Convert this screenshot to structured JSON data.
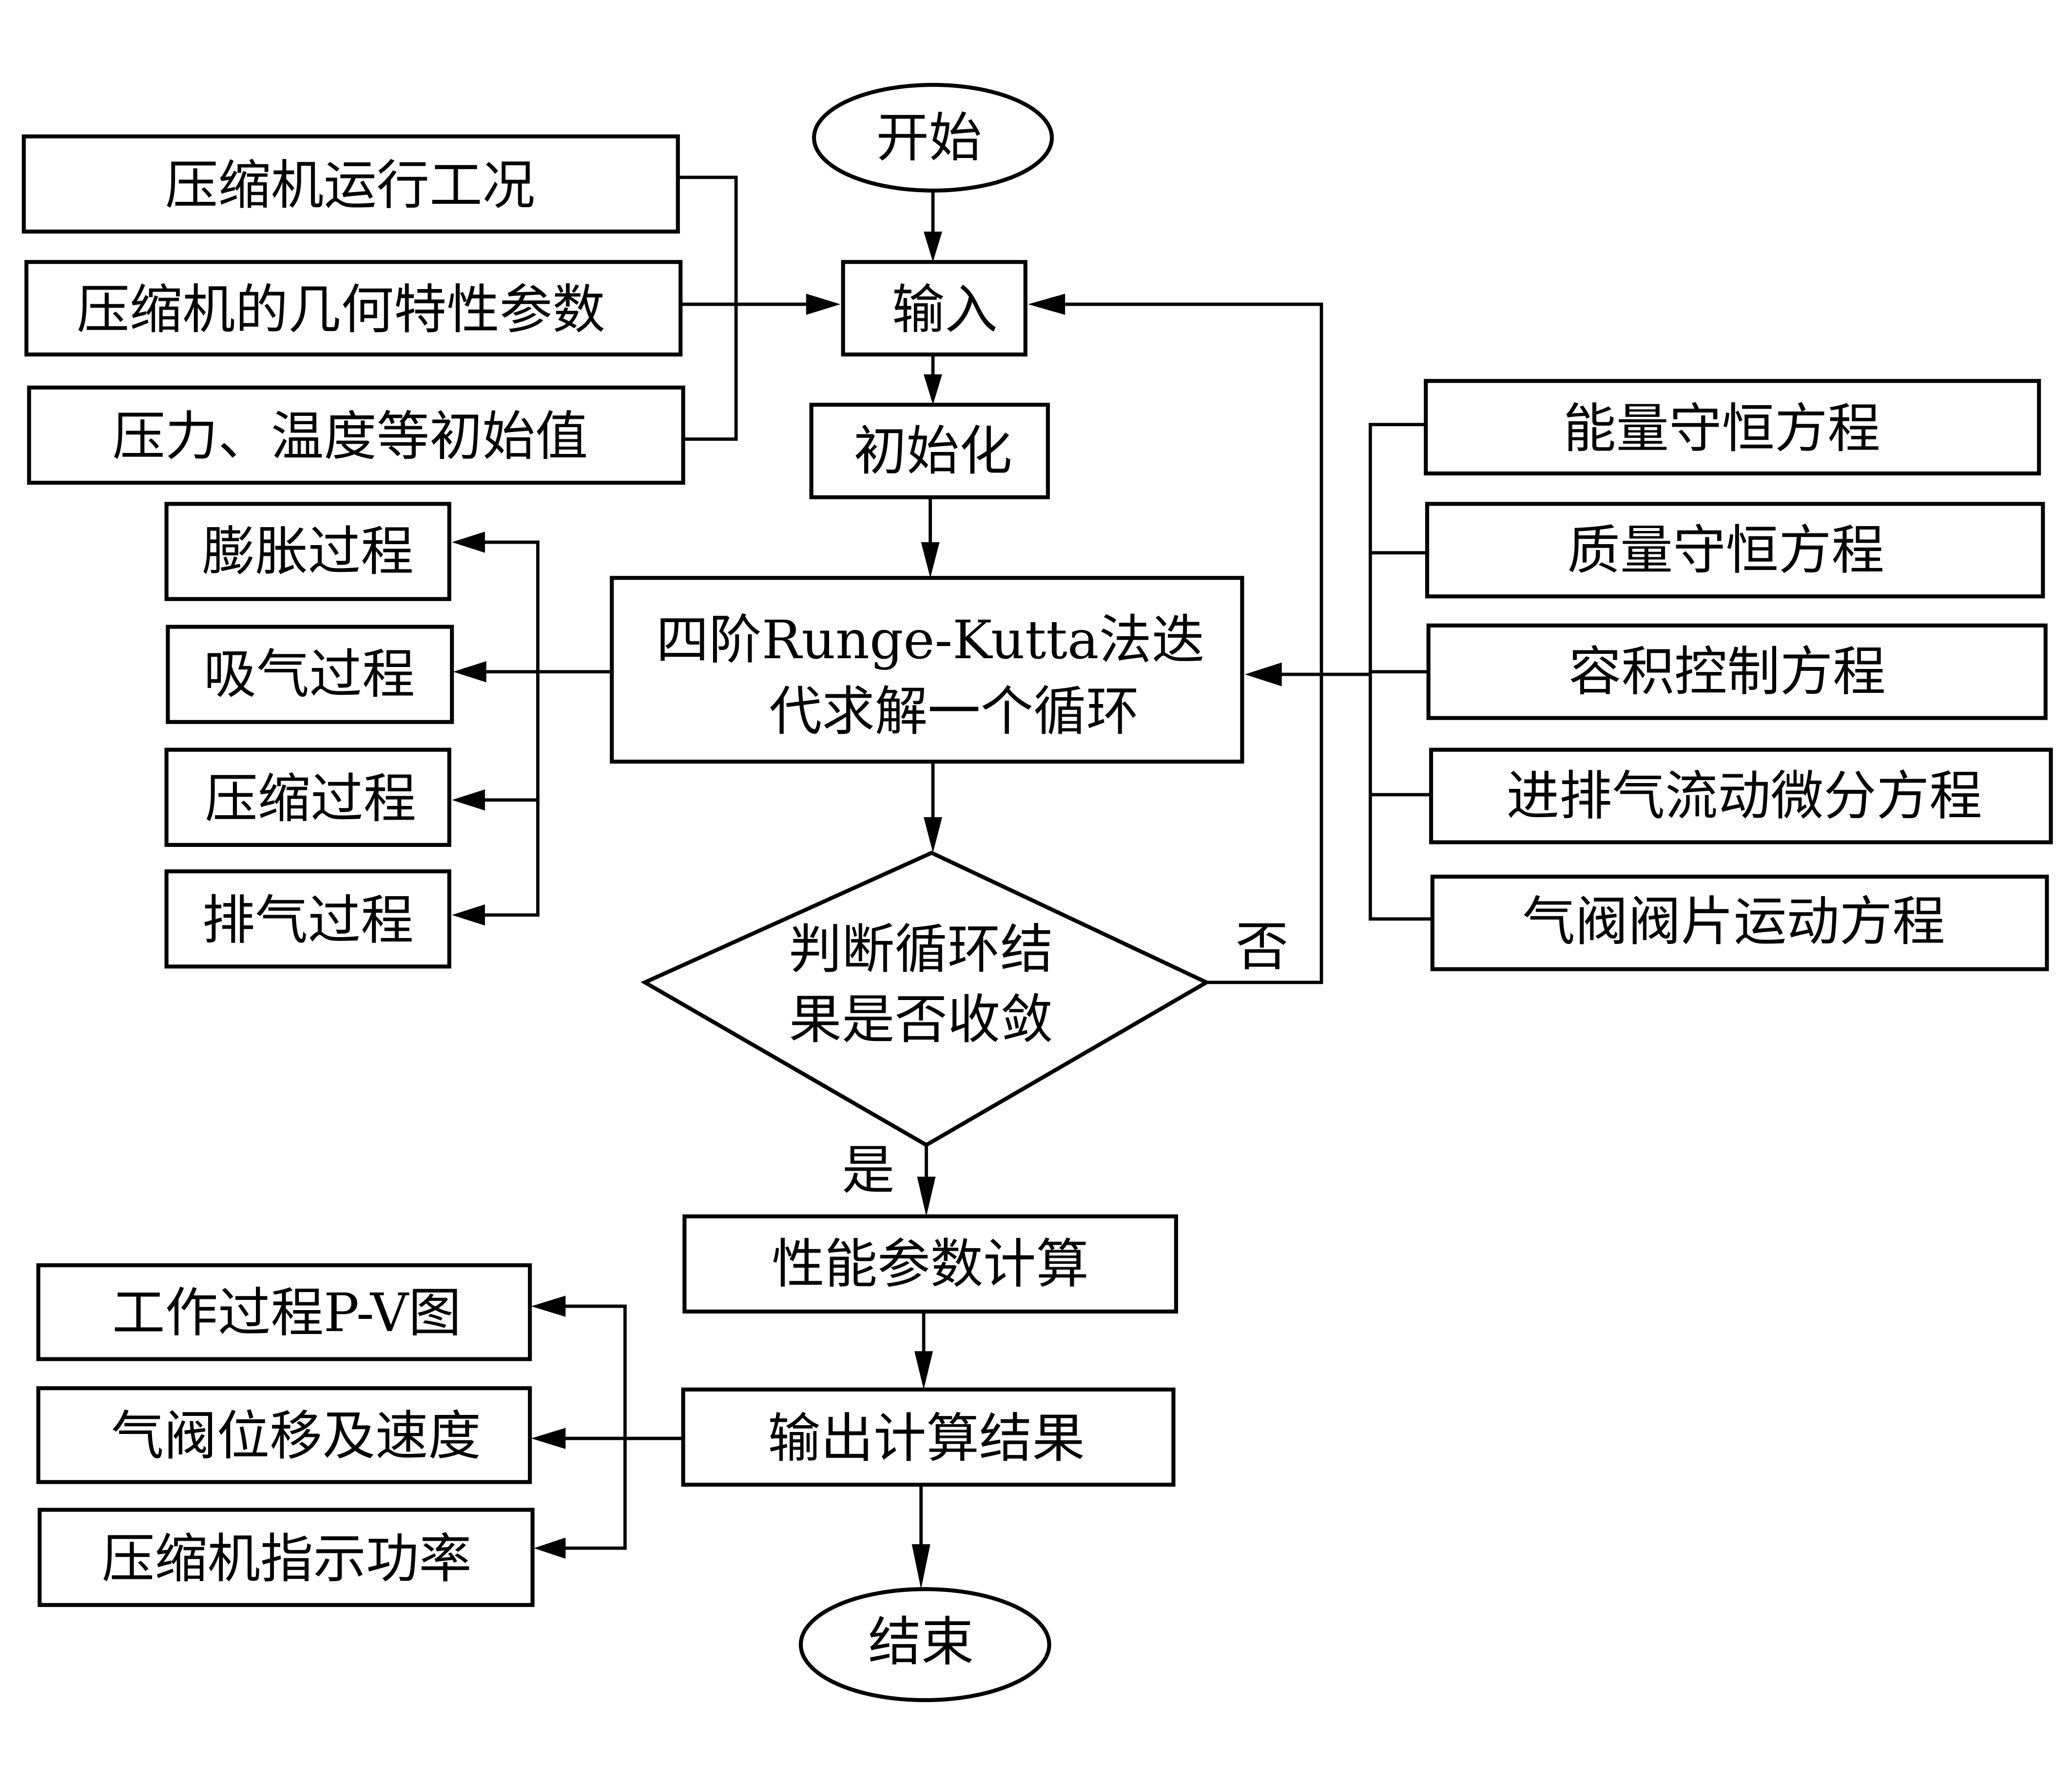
{
  "diagram": {
    "start": "开始",
    "end": "结束",
    "input": "输入",
    "init": "初始化",
    "solver_line1": "四阶Runge-Kutta法迭",
    "solver_line2": "代求解一个循环",
    "decision_line1": "判断循环结",
    "decision_line2": "果是否收敛",
    "yes_label": "是",
    "no_label": "否",
    "perf_calc": "性能参数计算",
    "output": "输出计算结果",
    "inputs": [
      "压缩机运行工况",
      "压缩机的几何特性参数",
      "压力、温度等初始值"
    ],
    "processes": [
      "膨胀过程",
      "吸气过程",
      "压缩过程",
      "排气过程"
    ],
    "equations": [
      "能量守恒方程",
      "质量守恒方程",
      "容积控制方程",
      "进排气流动微分方程",
      "气阀阀片运动方程"
    ],
    "outputs": [
      "工作过程P-V图",
      "气阀位移及速度",
      "压缩机指示功率"
    ]
  }
}
